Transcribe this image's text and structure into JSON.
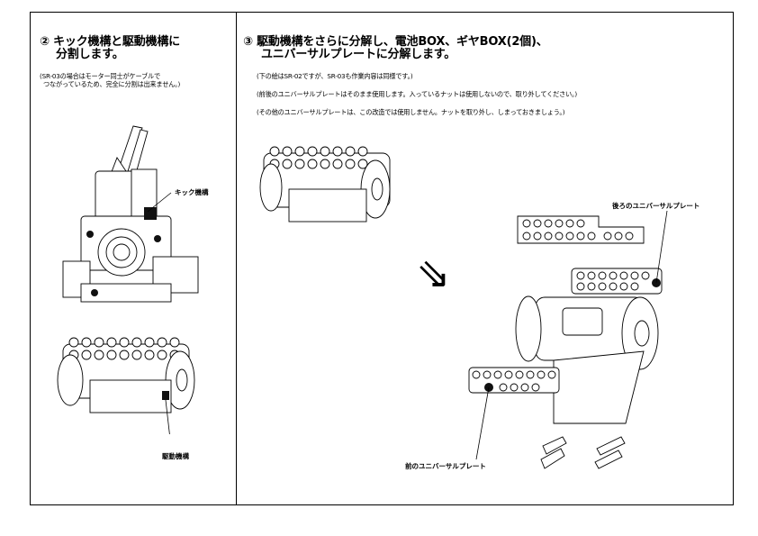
{
  "left": {
    "title_line1": "② キック機構と駆動機構に",
    "title_line2": "分割します。",
    "note_line1": "(SR-03の場合はモーター同士がケーブルで",
    "note_line2": "つながっているため、完全に分割は出来ません。)",
    "label_kick": "キック機構",
    "label_drive": "駆動機構"
  },
  "right": {
    "title_line1": "③ 駆動機構をさらに分解し、電池BOX、ギヤBOX(2個)、",
    "title_line2": "ユニバーサルプレートに分解します。",
    "note1": "(下の絵はSR-02ですが、SR-03も作業内容は同様です。)",
    "note2": "(前後のユニバーサルプレートはそのまま使用します。入っているナットは使用しないので、取り外してください。)",
    "note3": "(その他のユニバーサルプレートは、この改造では使用しません。ナットを取り外し、しまっておきましょう。)",
    "label_rear_plate": "後ろのユニバーサルプレート",
    "label_front_plate": "前のユニバーサルプレート",
    "arrow_glyph": "⇘"
  }
}
